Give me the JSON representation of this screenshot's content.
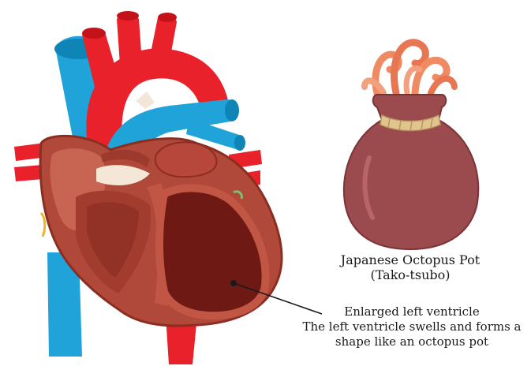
{
  "pot": {
    "name_line1": "Japanese Octopus Pot",
    "name_line2": "(Tako-tsubo)"
  },
  "ventricle": {
    "line1": "Enlarged left ventricle",
    "line2": "The left ventricle swells and forms a",
    "line3": "shape like an octopus pot"
  },
  "colors": {
    "artery_red": "#e8212b",
    "vein_blue": "#1fa3d8",
    "heart_wall": "#b0493a",
    "ventricle_dark": "#6e1913",
    "pot_body": "#9b4a4d",
    "rope": "#e2c48f",
    "octopus": "#f08a62"
  },
  "icons": [
    "heart-illustration-icon",
    "octopus-pot-illustration-icon",
    "pointer-line-icon"
  ]
}
